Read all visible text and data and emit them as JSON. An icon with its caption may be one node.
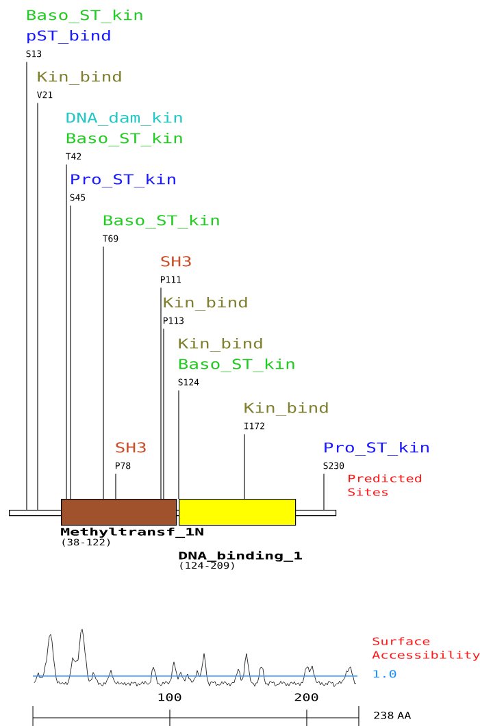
{
  "diagram": {
    "nodes": [
      {
        "text": [
          "Baso_ST_kin",
          "pST_bind",
          "S13"
        ]
      },
      {
        "text": [
          "Kin_bind",
          "V21"
        ]
      },
      {
        "text": [
          "DNA_dam_kin",
          "Baso_ST_kin",
          "T42"
        ]
      },
      {
        "text": [
          "Pro_ST_kin",
          "S45"
        ]
      },
      {
        "text": [
          "Baso_ST_kin",
          "T69"
        ]
      },
      {
        "text": [
          "SH3",
          "P111"
        ]
      },
      {
        "text": [
          "Kin_bind",
          "P113"
        ]
      },
      {
        "text": [
          "Kin_bind",
          "Baso_ST_kin",
          "S124"
        ]
      },
      {
        "text": [
          "Kin_bind",
          "I172"
        ]
      },
      {
        "text": [
          "SH3",
          "P78"
        ]
      },
      {
        "text": [
          "Pro_ST_kin",
          "S230"
        ]
      },
      {
        "text": [],
        "shape": "bar"
      },
      {
        "text": [
          "Methyltransf_1N",
          "(38-122)"
        ]
      },
      {
        "text": [
          "DNA_binding_1",
          "(124-209)"
        ]
      }
    ],
    "edges": [
      {
        "from": 0,
        "to": 11,
        "arrow": "none"
      },
      {
        "from": 1,
        "to": 11,
        "arrow": "none"
      },
      {
        "from": 2,
        "to": 12,
        "arrow": "none"
      },
      {
        "from": 3,
        "to": 12,
        "arrow": "none"
      },
      {
        "from": 4,
        "to": 12,
        "arrow": "none"
      },
      {
        "from": 5,
        "to": 12,
        "arrow": "none"
      },
      {
        "from": 6,
        "to": 12,
        "arrow": "none"
      },
      {
        "from": 7,
        "to": 13,
        "arrow": "none"
      },
      {
        "from": 8,
        "to": 13,
        "arrow": "none"
      },
      {
        "from": 9,
        "to": 12,
        "arrow": "none"
      },
      {
        "from": 10,
        "to": 11,
        "arrow": "none"
      }
    ],
    "labels": [
      "Predicted Sites",
      "Surface Accessibility",
      "1.0",
      "100",
      "200",
      "238 AA"
    ]
  }
}
